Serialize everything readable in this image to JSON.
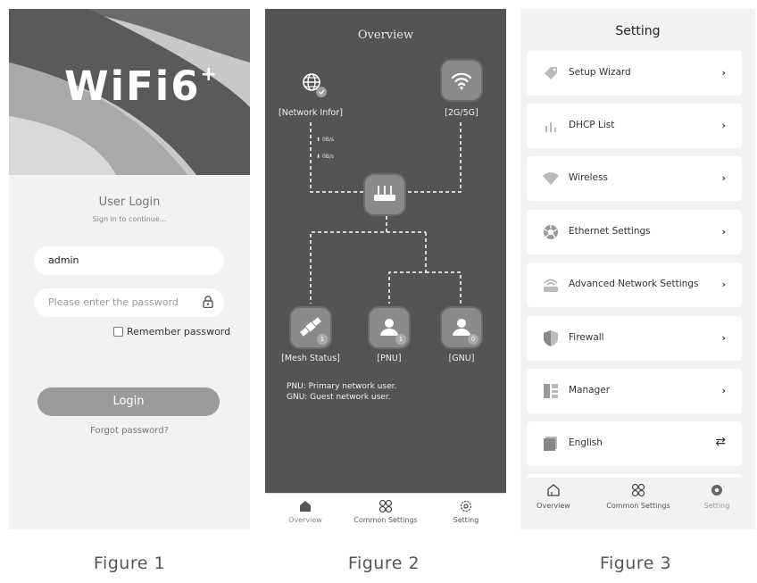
{
  "figures": {
    "fig1_caption": "Figure 1",
    "fig2_caption": "Figure 2",
    "fig3_caption": "Figure 3"
  },
  "login": {
    "logo_text": "WiFi6",
    "logo_sup": "+",
    "title": "User Login",
    "subtitle": "Sign in to continue...",
    "username_value": "admin",
    "password_placeholder": "Please enter the password",
    "remember_label": "Remember password",
    "login_button": "Login",
    "forgot_link": "Forgot password?"
  },
  "overview": {
    "title": "Overview",
    "network_info_label": "[Network Infor]",
    "wifi_label": "[2G/5G]",
    "upload_speed": "0B/s",
    "download_speed": "0B/s",
    "mesh_label": "[Mesh Status]",
    "mesh_count": "1",
    "pnu_label": "[PNU]",
    "pnu_count": "1",
    "gnu_label": "[GNU]",
    "gnu_count": "0",
    "legend_pnu": "PNU: Primary network user.",
    "legend_gnu": "GNU: Guest network user.",
    "tabs": [
      {
        "label": "Overview",
        "icon": "home-icon"
      },
      {
        "label": "Common Settings",
        "icon": "grid-icon"
      },
      {
        "label": "Setting",
        "icon": "gear-icon"
      }
    ]
  },
  "settings": {
    "title": "Setting",
    "items": [
      {
        "label": "Setup Wizard",
        "icon": "tag-icon",
        "action": "›"
      },
      {
        "label": "DHCP List",
        "icon": "bar-chart-icon",
        "action": "›"
      },
      {
        "label": "Wireless",
        "icon": "wifi-icon",
        "action": "›"
      },
      {
        "label": "Ethernet Settings",
        "icon": "ethernet-icon",
        "action": "›"
      },
      {
        "label": "Advanced Network Settings",
        "icon": "router-icon",
        "action": "›"
      },
      {
        "label": "Firewall",
        "icon": "shield-icon",
        "action": "›"
      },
      {
        "label": "Manager",
        "icon": "manager-icon",
        "action": "›"
      },
      {
        "label": "English",
        "icon": "language-icon",
        "action": "⇄"
      }
    ],
    "tabs": [
      {
        "label": "Overview",
        "icon": "home-icon"
      },
      {
        "label": "Common Settings",
        "icon": "grid-icon"
      },
      {
        "label": "Setting",
        "icon": "gear-icon"
      }
    ]
  },
  "colors": {
    "overview_bg": "#555454",
    "tile_bg": "#8a8a8a",
    "page_bg": "#f2f2f2",
    "button_gray": "#9b9b9b"
  }
}
